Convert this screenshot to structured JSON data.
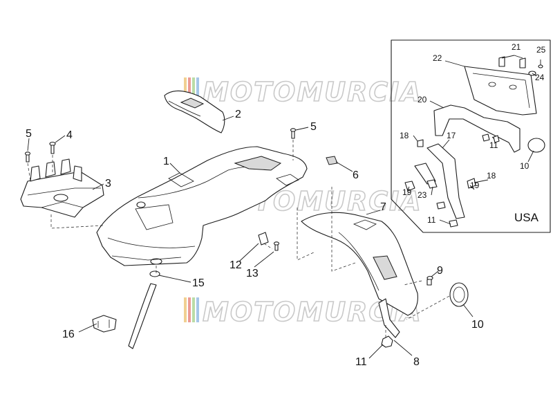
{
  "watermark": {
    "text": "MOTOMURCIA",
    "stripe_colors": [
      "#e8b04a",
      "#e05a4e",
      "#8cc46a",
      "#6aa0d8"
    ]
  },
  "inset": {
    "region_label": "USA"
  },
  "callouts": [
    {
      "id": "c1",
      "number": "1"
    },
    {
      "id": "c2",
      "number": "2"
    },
    {
      "id": "c3",
      "number": "3"
    },
    {
      "id": "c4",
      "number": "4"
    },
    {
      "id": "c5a",
      "number": "5"
    },
    {
      "id": "c5b",
      "number": "5"
    },
    {
      "id": "c6",
      "number": "6"
    },
    {
      "id": "c7",
      "number": "7"
    },
    {
      "id": "c8",
      "number": "8"
    },
    {
      "id": "c9",
      "number": "9"
    },
    {
      "id": "c10a",
      "number": "10"
    },
    {
      "id": "c10b",
      "number": "10"
    },
    {
      "id": "c11a",
      "number": "11"
    },
    {
      "id": "c11b",
      "number": "11"
    },
    {
      "id": "c11c",
      "number": "11"
    },
    {
      "id": "c12",
      "number": "12"
    },
    {
      "id": "c13",
      "number": "13"
    },
    {
      "id": "c15",
      "number": "15"
    },
    {
      "id": "c16",
      "number": "16"
    },
    {
      "id": "c17",
      "number": "17"
    },
    {
      "id": "c18a",
      "number": "18"
    },
    {
      "id": "c18b",
      "number": "18"
    },
    {
      "id": "c19a",
      "number": "19"
    },
    {
      "id": "c19b",
      "number": "19"
    },
    {
      "id": "c20",
      "number": "20"
    },
    {
      "id": "c21",
      "number": "21"
    },
    {
      "id": "c22",
      "number": "22"
    },
    {
      "id": "c23",
      "number": "23"
    },
    {
      "id": "c24",
      "number": "24"
    },
    {
      "id": "c25",
      "number": "25"
    }
  ]
}
